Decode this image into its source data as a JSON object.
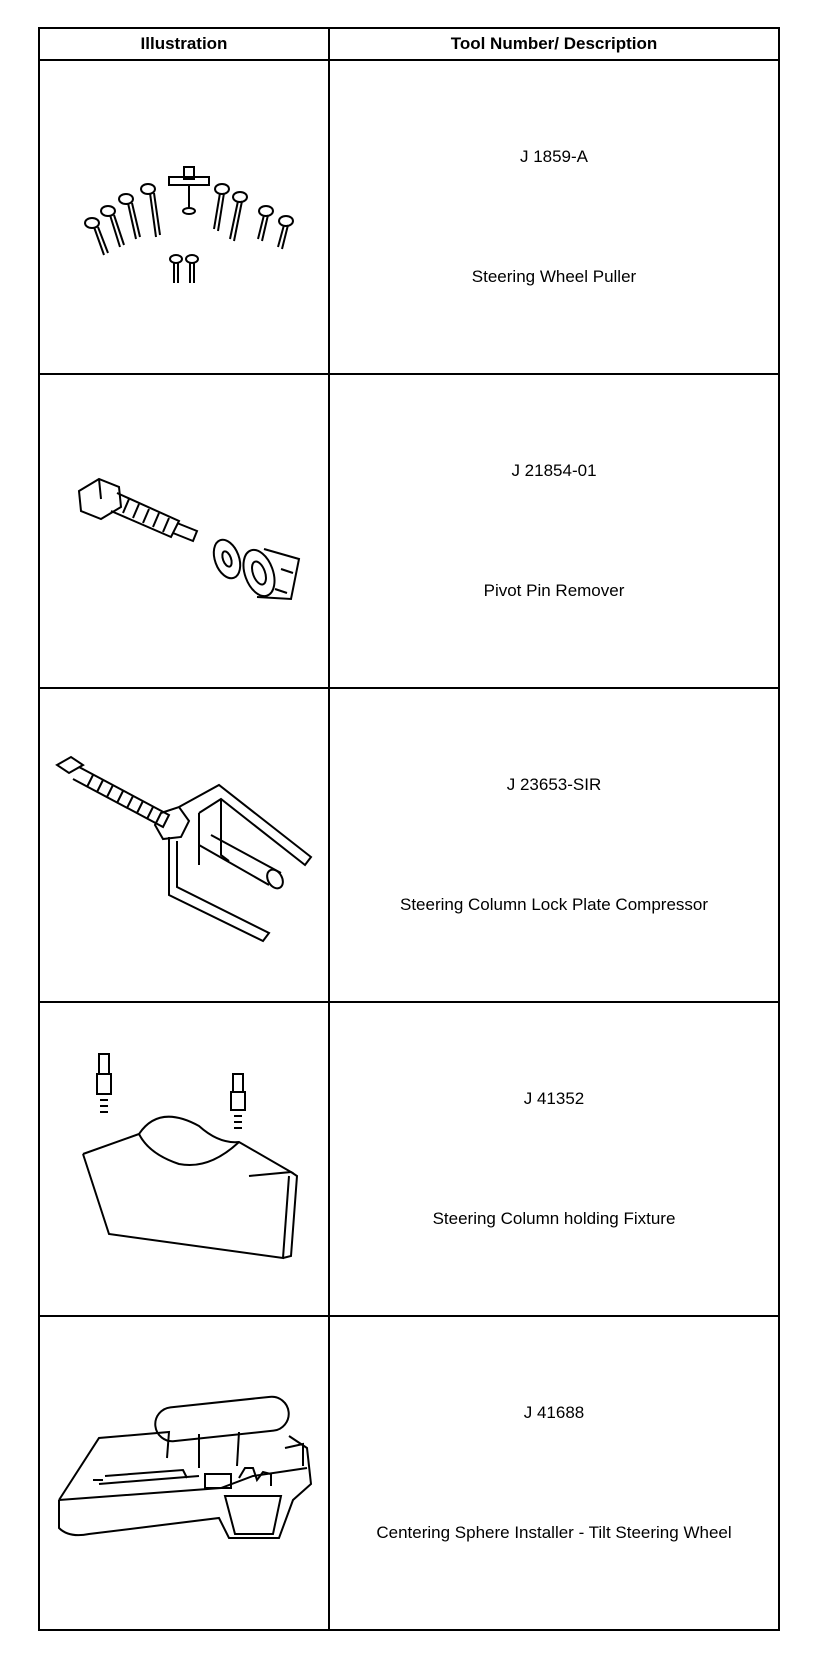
{
  "header": {
    "illustration": "Illustration",
    "tool": "Tool Number/ Description"
  },
  "rows": [
    {
      "number": "J 1859-A",
      "description": "Steering Wheel Puller",
      "icon": "steering-wheel-puller-icon"
    },
    {
      "number": "J 21854-01",
      "description": "Pivot Pin Remover",
      "icon": "pivot-pin-remover-icon"
    },
    {
      "number": "J 23653-SIR",
      "description": "Steering Column Lock Plate Compressor",
      "icon": "lock-plate-compressor-icon"
    },
    {
      "number": "J 41352",
      "description": "Steering Column holding Fixture",
      "icon": "holding-fixture-icon"
    },
    {
      "number": "J 41688",
      "description": "Centering Sphere Installer - Tilt Steering Wheel",
      "icon": "centering-sphere-installer-icon"
    }
  ]
}
